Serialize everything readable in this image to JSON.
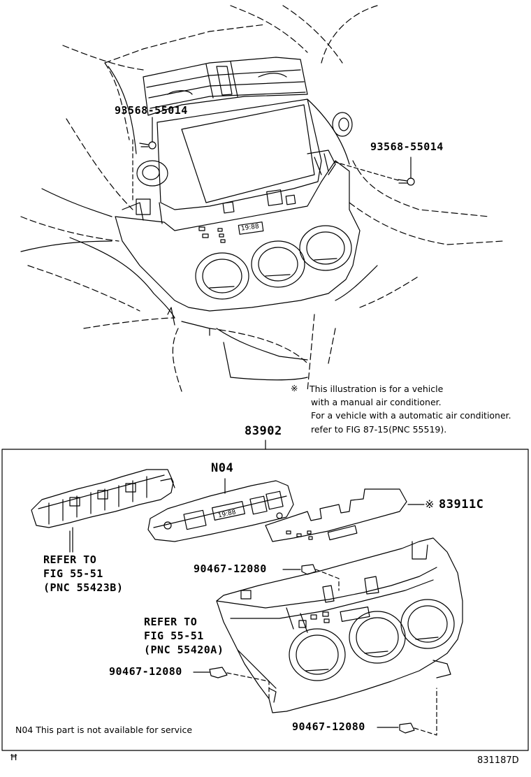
{
  "parts": {
    "screw_left": "93568-55014",
    "screw_right": "93568-55014",
    "assembly": "83902",
    "panel_sub": "N04",
    "label_plate": "83911C",
    "label_plate_mark": "※",
    "clip_top": "90467-12080",
    "clip_left": "90467-12080",
    "clip_bottom": "90467-12080",
    "display_readout": "19:88"
  },
  "refs": {
    "ref_left": [
      "REFER TO",
      "FIG 55-51",
      "(PNC 55423B)"
    ],
    "ref_center": [
      "REFER TO",
      "FIG 55-51",
      "(PNC 55420A)"
    ]
  },
  "notes": {
    "illustration_mark": "※",
    "illustration": [
      "This illustration is for a vehicle",
      "with a manual air conditioner.",
      "For a vehicle with a automatic air conditioner.",
      "refer to FIG 87-15(PNC 55519)."
    ],
    "service_note": "N04 This part is not available for service"
  },
  "footer": {
    "left_mark": "Ħ",
    "figure_id": "831187D"
  }
}
